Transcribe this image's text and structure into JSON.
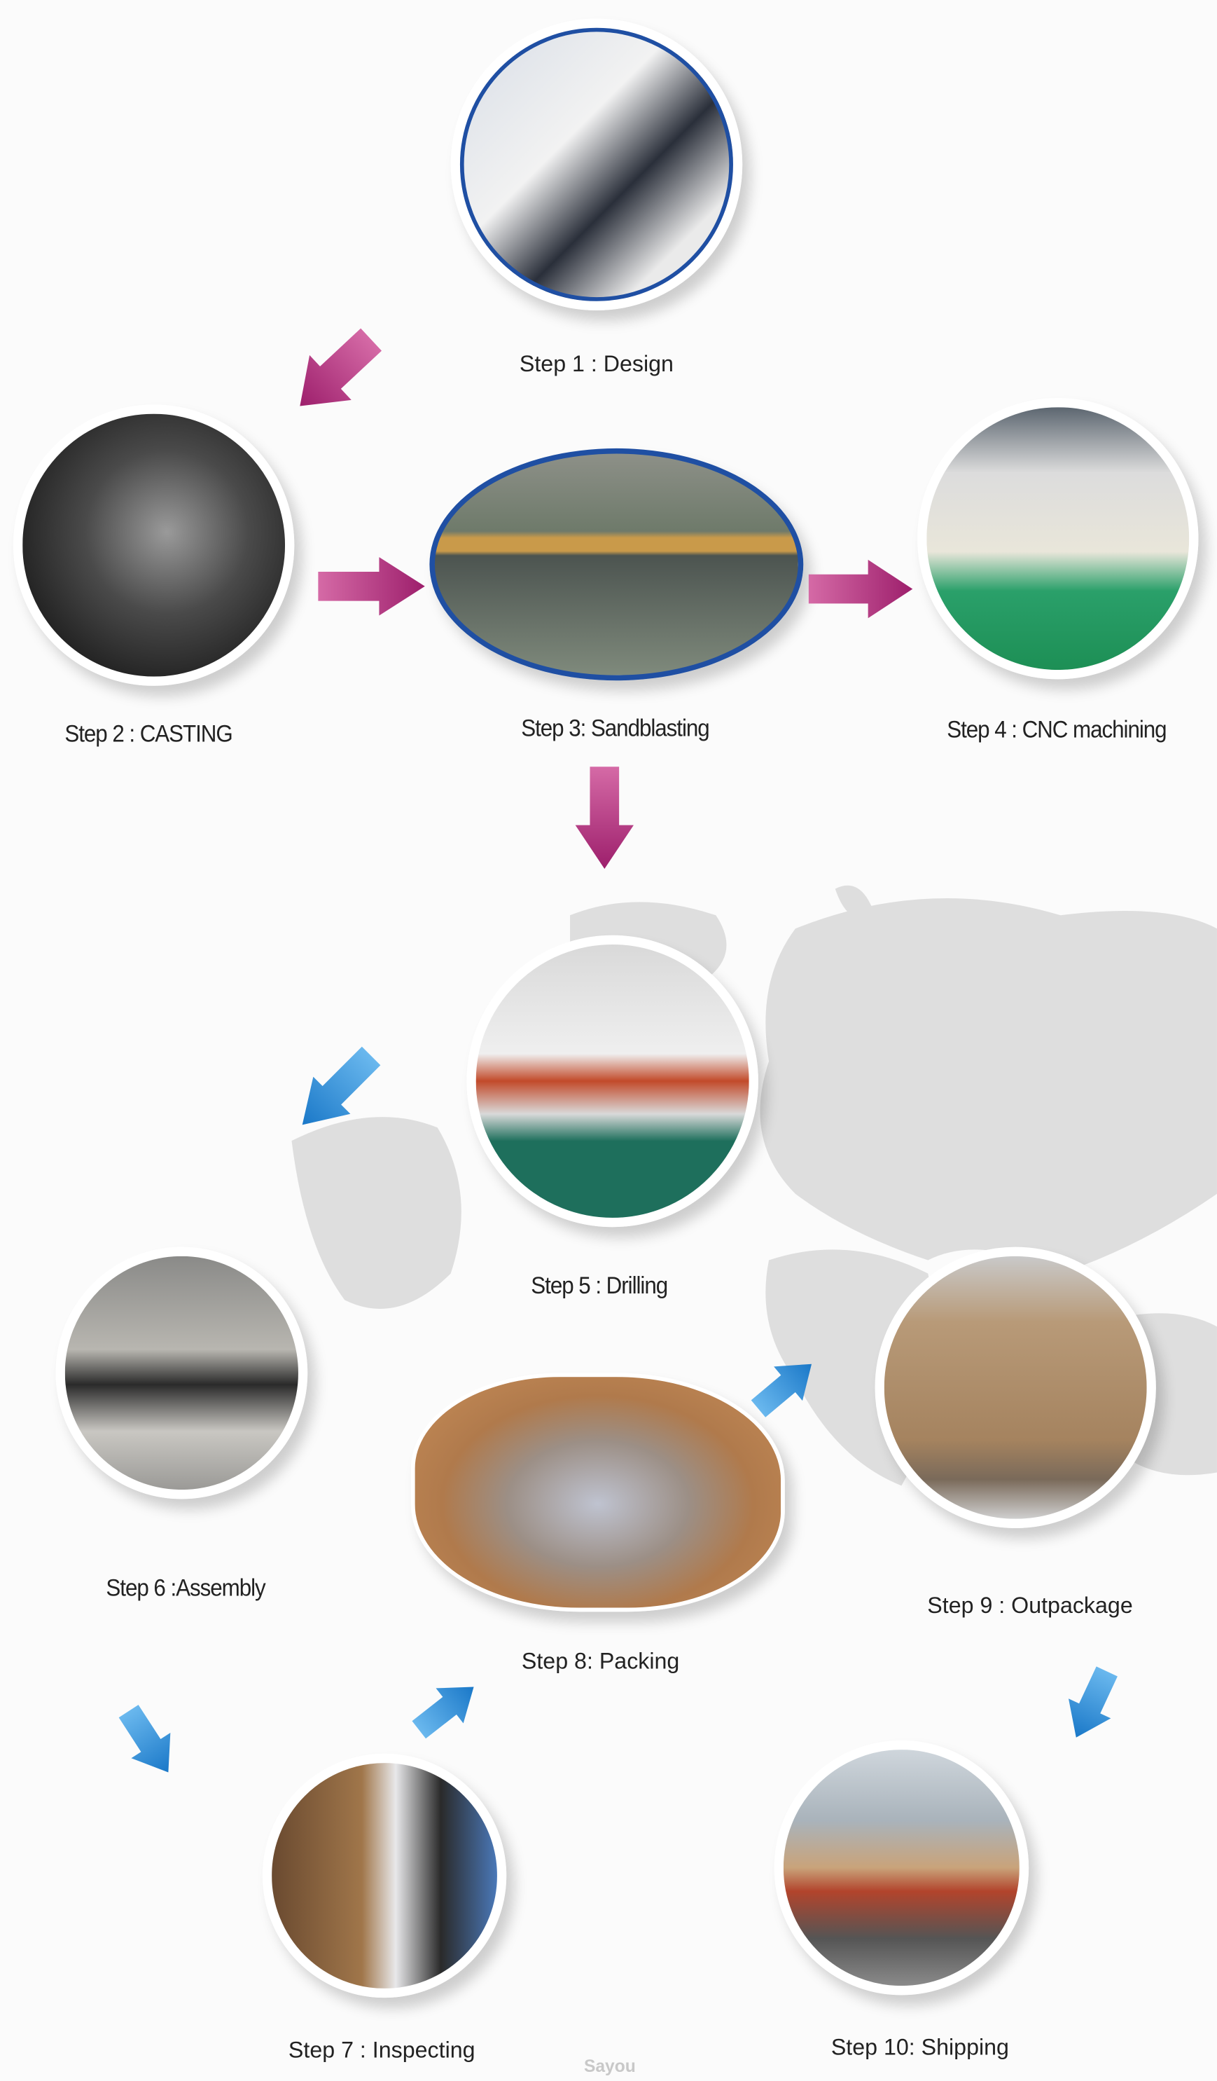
{
  "steps": [
    {
      "label": "Step 1 : Design"
    },
    {
      "label": "Step 2 : CASTING"
    },
    {
      "label": "Step 3: Sandblasting"
    },
    {
      "label": "Step 4 : CNC machining"
    },
    {
      "label": "Step 5 : Drilling"
    },
    {
      "label": "Step 6 :Assembly"
    },
    {
      "label": "Step 7 : Inspecting"
    },
    {
      "label": "Step 8: Packing"
    },
    {
      "label": "Step 9 : Outpackage"
    },
    {
      "label": "Step 10: Shipping"
    }
  ],
  "watermark": "Sayou",
  "colors": {
    "pink_arrow": "#b8307e",
    "blue_arrow": "#2a8fd8",
    "map": "#dcdcdc",
    "ellipse_border": "#1f4fa3"
  }
}
